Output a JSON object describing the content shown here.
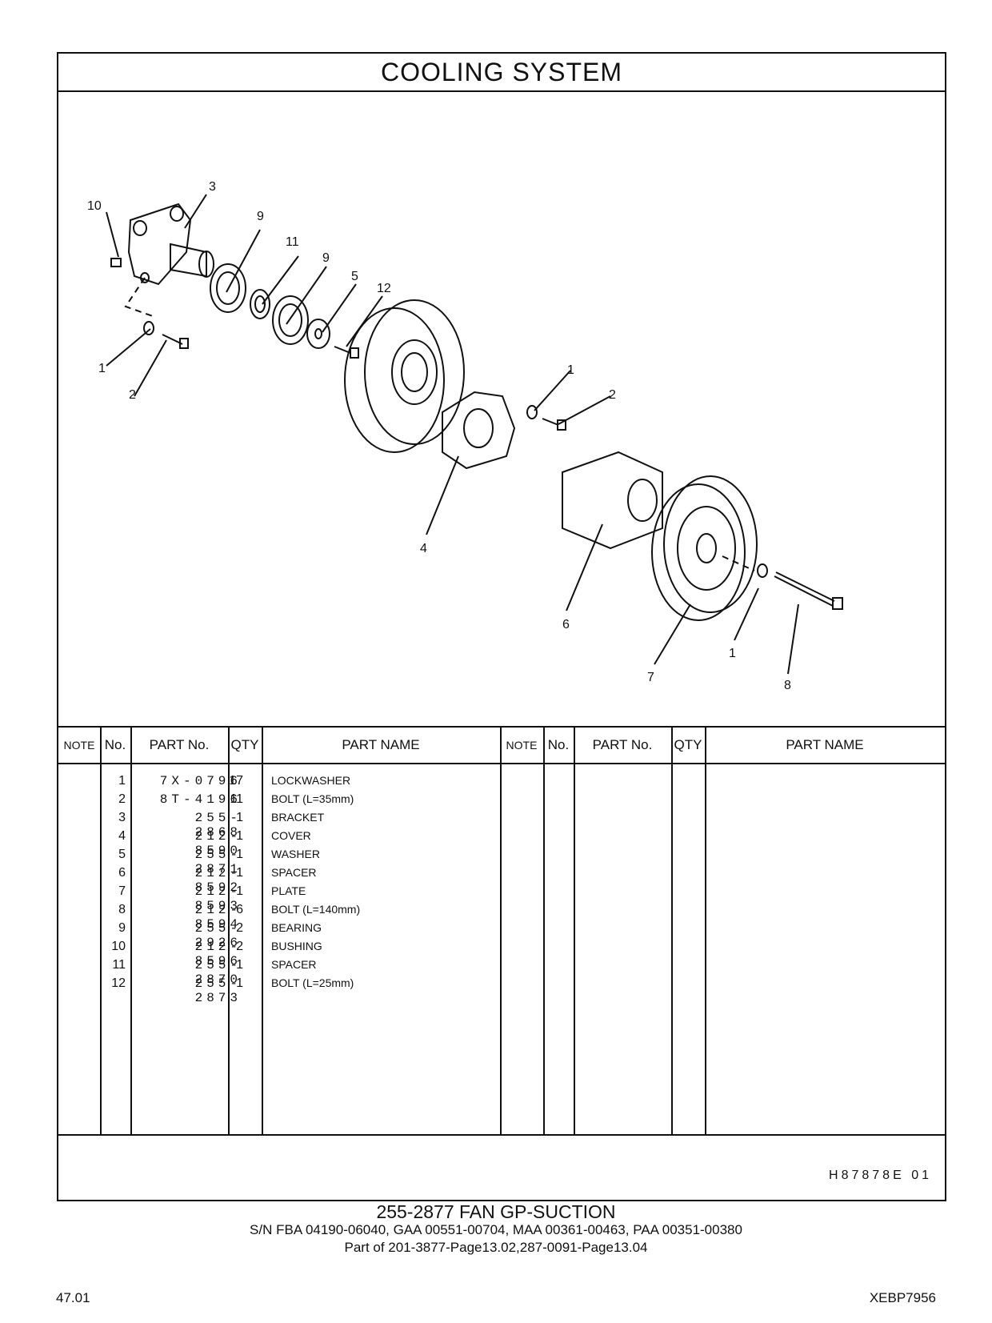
{
  "title": "COOLING SYSTEM",
  "callouts": {
    "c10": "10",
    "c3": "3",
    "c9a": "9",
    "c11": "11",
    "c9b": "9",
    "c5": "5",
    "c12": "12",
    "c1a": "1",
    "c2a": "2",
    "c1b": "1",
    "c2b": "2",
    "c4": "4",
    "c6": "6",
    "c1c": "1",
    "c7": "7",
    "c8": "8"
  },
  "table": {
    "headers": {
      "note": "NOTE",
      "no": "No.",
      "part_no": "PART No.",
      "qty": "QTY",
      "part_name": "PART NAME"
    },
    "rows": [
      {
        "no": "1",
        "part_no": "7X-0796",
        "qty": "17",
        "name": "LOCKWASHER"
      },
      {
        "no": "2",
        "part_no": "8T-4196",
        "qty": "11",
        "name": "BOLT (L=35mm)"
      },
      {
        "no": "3",
        "part_no": "255-2868",
        "qty": "1",
        "name": "BRACKET"
      },
      {
        "no": "4",
        "part_no": "212-8590",
        "qty": "1",
        "name": "COVER"
      },
      {
        "no": "5",
        "part_no": "255-2871",
        "qty": "1",
        "name": "WASHER"
      },
      {
        "no": "6",
        "part_no": "212-8592",
        "qty": "1",
        "name": "SPACER"
      },
      {
        "no": "7",
        "part_no": "212-8593",
        "qty": "1",
        "name": "PLATE"
      },
      {
        "no": "8",
        "part_no": "212-8594",
        "qty": "6",
        "name": "BOLT (L=140mm)"
      },
      {
        "no": "9",
        "part_no": "255-2926",
        "qty": "2",
        "name": "BEARING"
      },
      {
        "no": "10",
        "part_no": "212-8596",
        "qty": "2",
        "name": "BUSHING"
      },
      {
        "no": "11",
        "part_no": "255-2870",
        "qty": "1",
        "name": "SPACER"
      },
      {
        "no": "12",
        "part_no": "255-2873",
        "qty": "1",
        "name": "BOLT (L=25mm)"
      }
    ]
  },
  "drawing_code": "H87878E  01",
  "caption_main": "255-2877 FAN GP-SUCTION",
  "caption_serial": "S/N FBA 04190-06040, GAA 00551-00704, MAA 00361-00463, PAA 00351-00380",
  "caption_part_of": "Part of 201-3877-Page13.02,287-0091-Page13.04",
  "page_number": "47.01",
  "document_code": "XEBP7956"
}
